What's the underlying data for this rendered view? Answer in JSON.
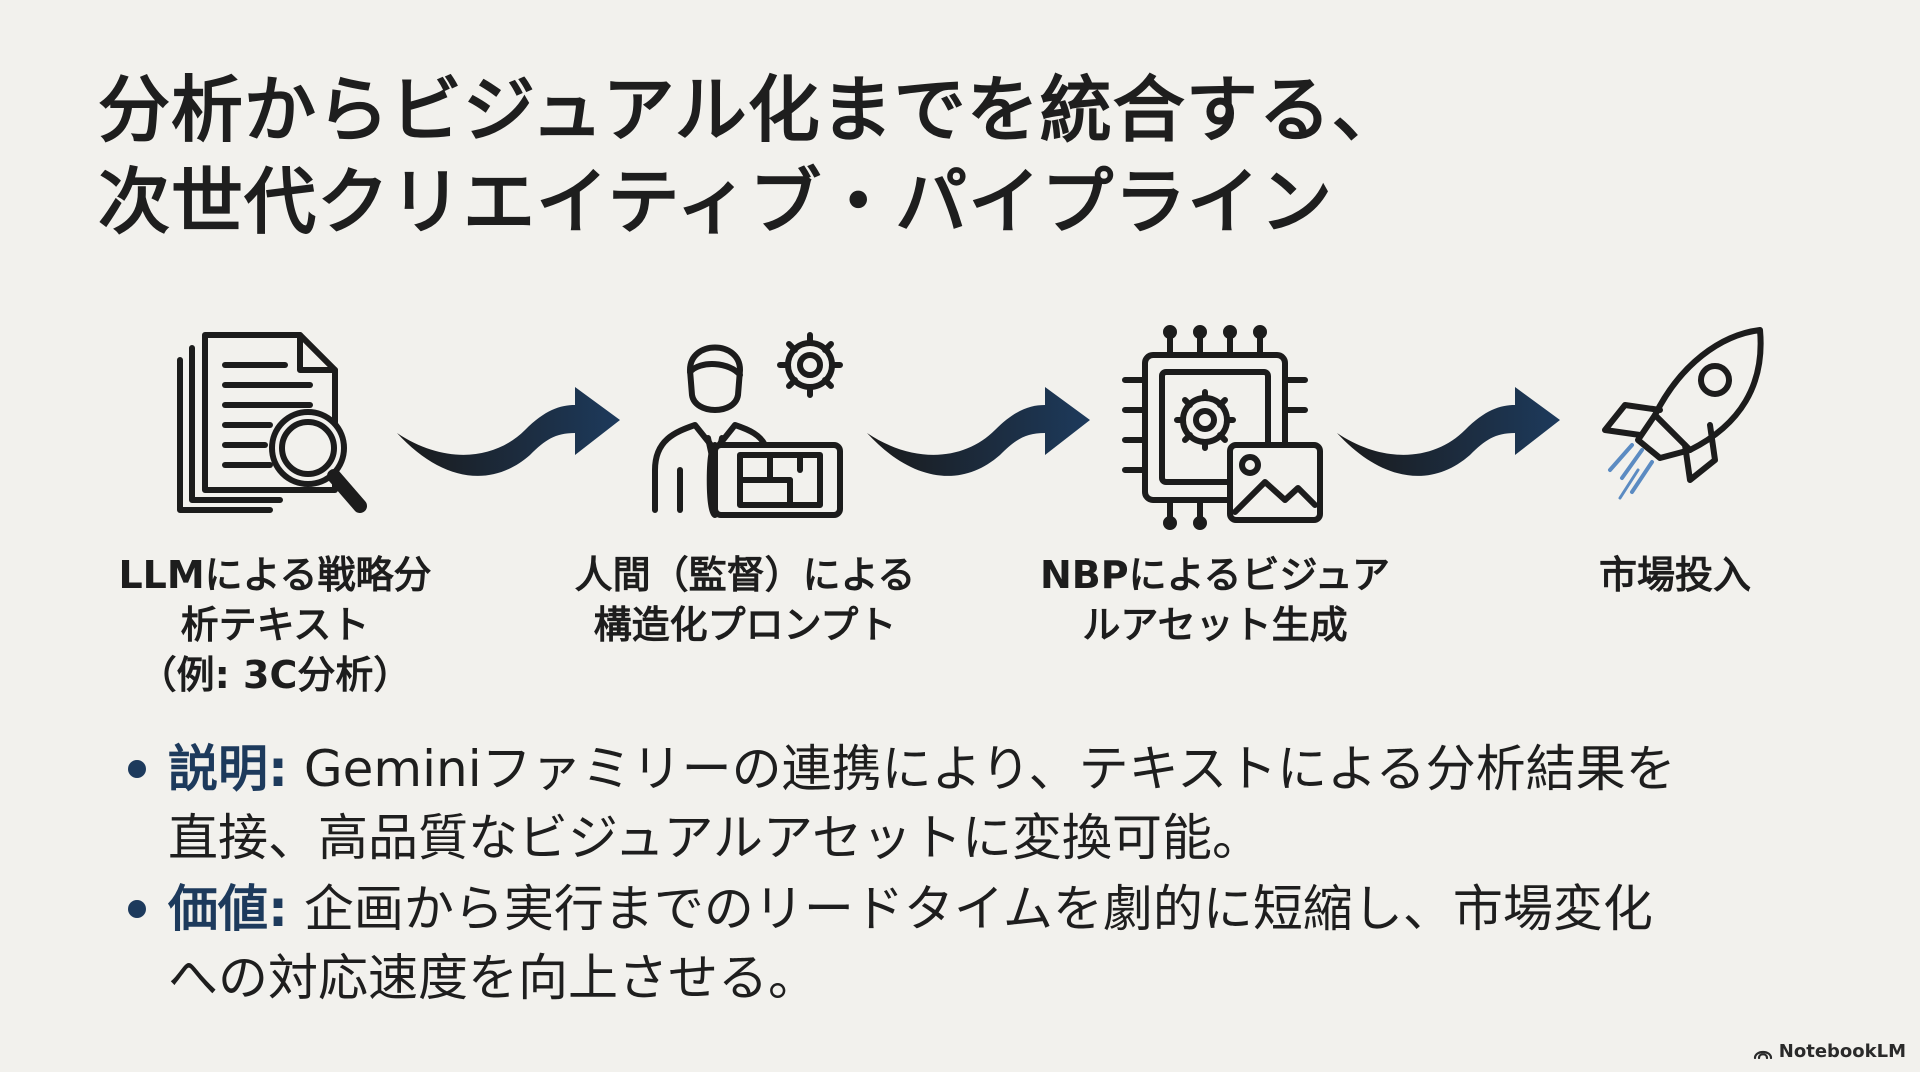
{
  "title": {
    "line1": "分析からビジュアル化までを統合する、",
    "line2": "次世代クリエイティブ・パイプライン"
  },
  "steps": [
    {
      "icon": "document-search-icon",
      "lines": [
        "LLMによる戦略分",
        "析テキスト",
        "（例: 3C分析）"
      ]
    },
    {
      "icon": "person-gear-blueprint-icon",
      "lines": [
        "人間（監督）による",
        "構造化プロンプト"
      ]
    },
    {
      "icon": "chip-gear-image-icon",
      "lines": [
        "NBPによるビジュア",
        "ルアセット生成"
      ]
    },
    {
      "icon": "rocket-icon",
      "lines": [
        "市場投入"
      ]
    }
  ],
  "bullets": [
    {
      "label": "説明:",
      "line1": " Geminiファミリーの連携により、テキストによる分析結果を",
      "line2": "直接、高品質なビジュアルアセットに変換可能。"
    },
    {
      "label": "価値:",
      "line1": " 企画から実行までのリードタイムを劇的に短縮し、市場変化",
      "line2": "への対応速度を向上させる。"
    }
  ],
  "watermark": "NotebookLM",
  "colors": {
    "background": "#f2f1ed",
    "accent": "#1d3a5c",
    "text": "#1e1e1e"
  }
}
